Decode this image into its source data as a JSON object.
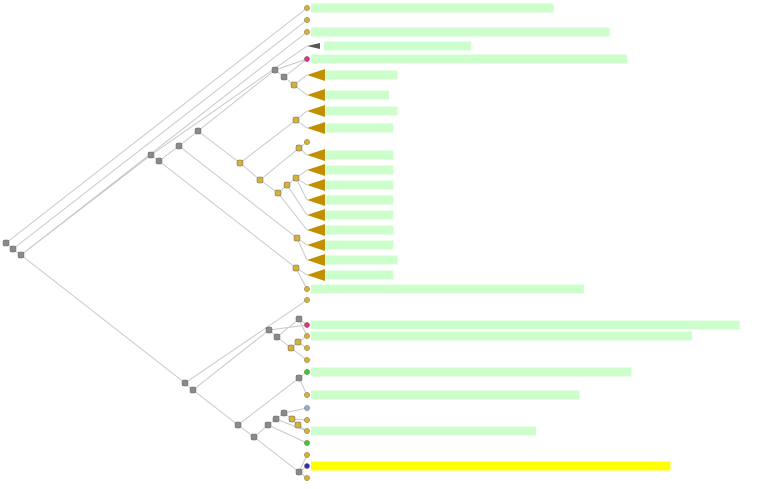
{
  "colors": {
    "background": "#ffffff",
    "edge": "#c8c8c8",
    "internal_node": "#8a8a8a",
    "leaf_node": "#d4b23a",
    "bar_default": "#ccffcc",
    "bar_highlight": "#ffff00",
    "collapsed_clade": "#c09000",
    "collapsed_clade_dark": "#555555",
    "leaf_magenta": "#e0309a",
    "leaf_green": "#33cc33",
    "leaf_blue": "#2d2dcc",
    "leaf_lightblue": "#7fb0e6"
  },
  "tree": {
    "label_text": "none",
    "leaves": [
      {
        "row": 0,
        "kind": "leaf",
        "color": "leaf_node",
        "bar": 0.56
      },
      {
        "row": 1,
        "kind": "leaf",
        "color": "leaf_node",
        "bar": 0
      },
      {
        "row": 2,
        "kind": "leaf",
        "color": "leaf_node",
        "bar": 0.69
      },
      {
        "row": 3,
        "kind": "clade",
        "color": "collapsed_clade_dark",
        "bar": 0.37
      },
      {
        "row": 4,
        "kind": "leaf",
        "color": "leaf_magenta",
        "bar": 0.73
      },
      {
        "row": 5,
        "kind": "clade",
        "color": "collapsed_clade",
        "bar": 0.2
      },
      {
        "row": 6,
        "kind": "clade",
        "color": "collapsed_clade",
        "bar": 0.18
      },
      {
        "row": 7,
        "kind": "clade",
        "color": "collapsed_clade",
        "bar": 0.2
      },
      {
        "row": 8,
        "kind": "clade",
        "color": "collapsed_clade",
        "bar": 0.19
      },
      {
        "row": 9,
        "kind": "leaf",
        "color": "leaf_node",
        "bar": 0
      },
      {
        "row": 10,
        "kind": "clade",
        "color": "collapsed_clade",
        "bar": 0.19
      },
      {
        "row": 11,
        "kind": "clade",
        "color": "collapsed_clade",
        "bar": 0.19
      },
      {
        "row": 12,
        "kind": "clade",
        "color": "collapsed_clade",
        "bar": 0.19
      },
      {
        "row": 13,
        "kind": "clade",
        "color": "collapsed_clade",
        "bar": 0.19
      },
      {
        "row": 14,
        "kind": "clade",
        "color": "collapsed_clade",
        "bar": 0.19
      },
      {
        "row": 15,
        "kind": "clade",
        "color": "collapsed_clade",
        "bar": 0.19
      },
      {
        "row": 16,
        "kind": "clade",
        "color": "collapsed_clade",
        "bar": 0.19
      },
      {
        "row": 17,
        "kind": "clade",
        "color": "collapsed_clade",
        "bar": 0.2
      },
      {
        "row": 18,
        "kind": "clade",
        "color": "collapsed_clade",
        "bar": 0.19
      },
      {
        "row": 19,
        "kind": "leaf",
        "color": "leaf_node",
        "bar": 0.63
      },
      {
        "row": 20,
        "kind": "leaf",
        "color": "leaf_node",
        "bar": 0
      },
      {
        "row": 21,
        "kind": "leaf",
        "color": "leaf_magenta",
        "bar": 0.99
      },
      {
        "row": 22,
        "kind": "leaf",
        "color": "leaf_node",
        "bar": 0.88
      },
      {
        "row": 23,
        "kind": "leaf",
        "color": "leaf_node",
        "bar": 0
      },
      {
        "row": 24,
        "kind": "leaf",
        "color": "leaf_node",
        "bar": 0
      },
      {
        "row": 25,
        "kind": "leaf",
        "color": "leaf_green",
        "bar": 0.74
      },
      {
        "row": 26,
        "kind": "leaf",
        "color": "leaf_node",
        "bar": 0.62
      },
      {
        "row": 27,
        "kind": "leaf",
        "color": "leaf_lightblue",
        "bar": 0
      },
      {
        "row": 28,
        "kind": "leaf",
        "color": "leaf_node",
        "bar": 0
      },
      {
        "row": 29,
        "kind": "leaf",
        "color": "leaf_node",
        "bar": 0.52
      },
      {
        "row": 30,
        "kind": "leaf",
        "color": "leaf_green",
        "bar": 0
      },
      {
        "row": 31,
        "kind": "leaf",
        "color": "leaf_node",
        "bar": 0
      },
      {
        "row": 32,
        "kind": "leaf",
        "color": "leaf_blue",
        "bar": 0.83,
        "highlight": true
      },
      {
        "row": 33,
        "kind": "leaf",
        "color": "leaf_node",
        "bar": 0
      }
    ]
  }
}
